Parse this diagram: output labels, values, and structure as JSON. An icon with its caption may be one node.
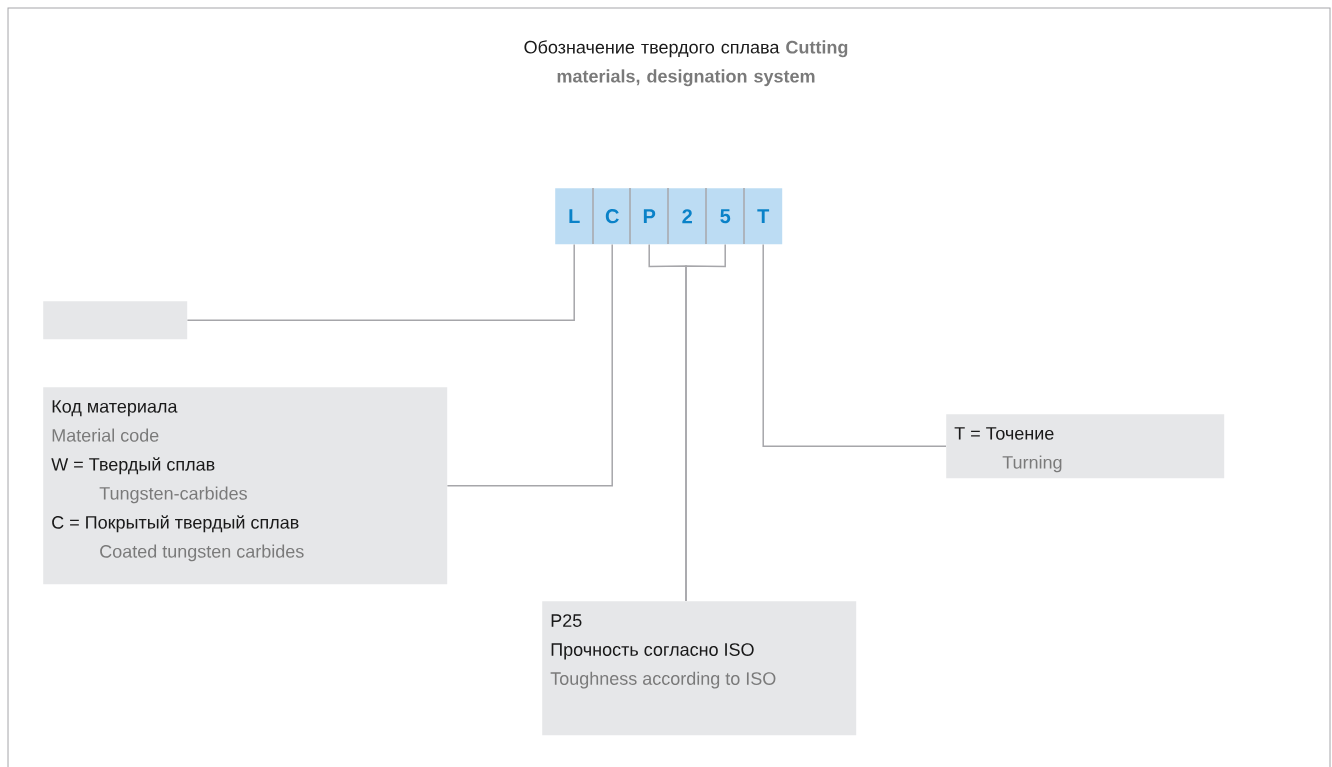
{
  "diagram": {
    "title": "Обозначение твердого сплава",
    "nodes": [
      {
        "text": [
          "L"
        ]
      },
      {
        "text": [
          "C"
        ]
      },
      {
        "text": [
          "P"
        ]
      },
      {
        "text": [
          "2"
        ]
      },
      {
        "text": [
          "5"
        ]
      },
      {
        "text": [
          "T"
        ]
      },
      {
        "text": [],
        "shape": "box"
      },
      {
        "text": [
          "Код материала",
          "Material code",
          "W = Твердый сплав",
          "Tungsten-carbides",
          "C = Покрытый твердый сплав",
          "Coated tungsten carbides"
        ]
      },
      {
        "text": [
          "T = Точение",
          "Turning"
        ]
      },
      {
        "text": [
          "P25",
          "Прочность согласно ISO",
          "Toughness according to ISO"
        ]
      }
    ],
    "edges": [
      {
        "from": 0,
        "to": 6,
        "arrow": "none"
      },
      {
        "from": 1,
        "to": 7,
        "arrow": "none"
      },
      {
        "from": 2,
        "to": 9,
        "arrow": "none"
      },
      {
        "from": 4,
        "to": 9,
        "arrow": "none"
      },
      {
        "from": 5,
        "to": 8,
        "arrow": "none"
      }
    ],
    "labels": [
      "Cutting materials, designation system"
    ]
  }
}
